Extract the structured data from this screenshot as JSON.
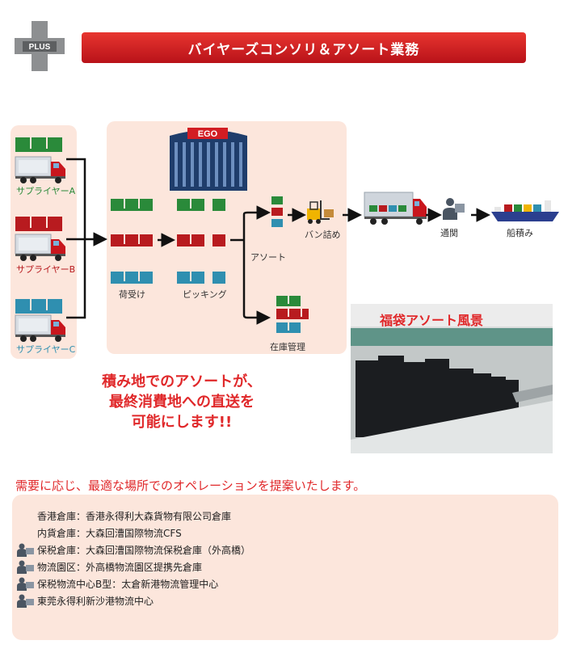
{
  "header": {
    "badge_label": "PLUS",
    "title": "バイヤーズコンソリ＆アソート業務"
  },
  "suppliers": [
    {
      "label": "サプライヤーA",
      "color": "#2a8a3a"
    },
    {
      "label": "サプライヤーB",
      "color": "#b81b1f"
    },
    {
      "label": "サプライヤーC",
      "color": "#2f8fb0"
    }
  ],
  "building_label": "EGO",
  "process": {
    "receiving": "荷受け",
    "picking": "ピッキング",
    "assort": "アソート",
    "inventory": "在庫管理",
    "van_loading": "バン詰め",
    "customs": "通関",
    "shipping": "船積み"
  },
  "photo_label": "福袋アソート風景",
  "slogan": [
    "積み地でのアソートが、",
    "最終消費地への直送を",
    "可能にします!!"
  ],
  "operations_heading": "需要に応じ、最適な場所でのオペレーションを提案いたします。",
  "locations": [
    {
      "text": "香港倉庫：香港永得利大森貨物有限公司倉庫",
      "icon": "none"
    },
    {
      "text": "内貨倉庫：大森回漕国際物流CFS",
      "icon": "none"
    },
    {
      "text": "保税倉庫：大森回漕国際物流保税倉庫（外高橋）",
      "icon": "customs-officer-icon"
    },
    {
      "text": "物流園区：外高橋物流園区提携先倉庫",
      "icon": "customs-officer-icon"
    },
    {
      "text": "保税物流中心B型：太倉新港物流管理中心",
      "icon": "customs-officer-icon"
    },
    {
      "text": "東莞永得利新沙港物流中心",
      "icon": "customs-officer-icon"
    }
  ],
  "colors": {
    "accent_red": "#e0282a",
    "panel": "#fce6dc",
    "green": "#2a8a3a",
    "red": "#b81b1f",
    "blue": "#2f8fb0"
  }
}
